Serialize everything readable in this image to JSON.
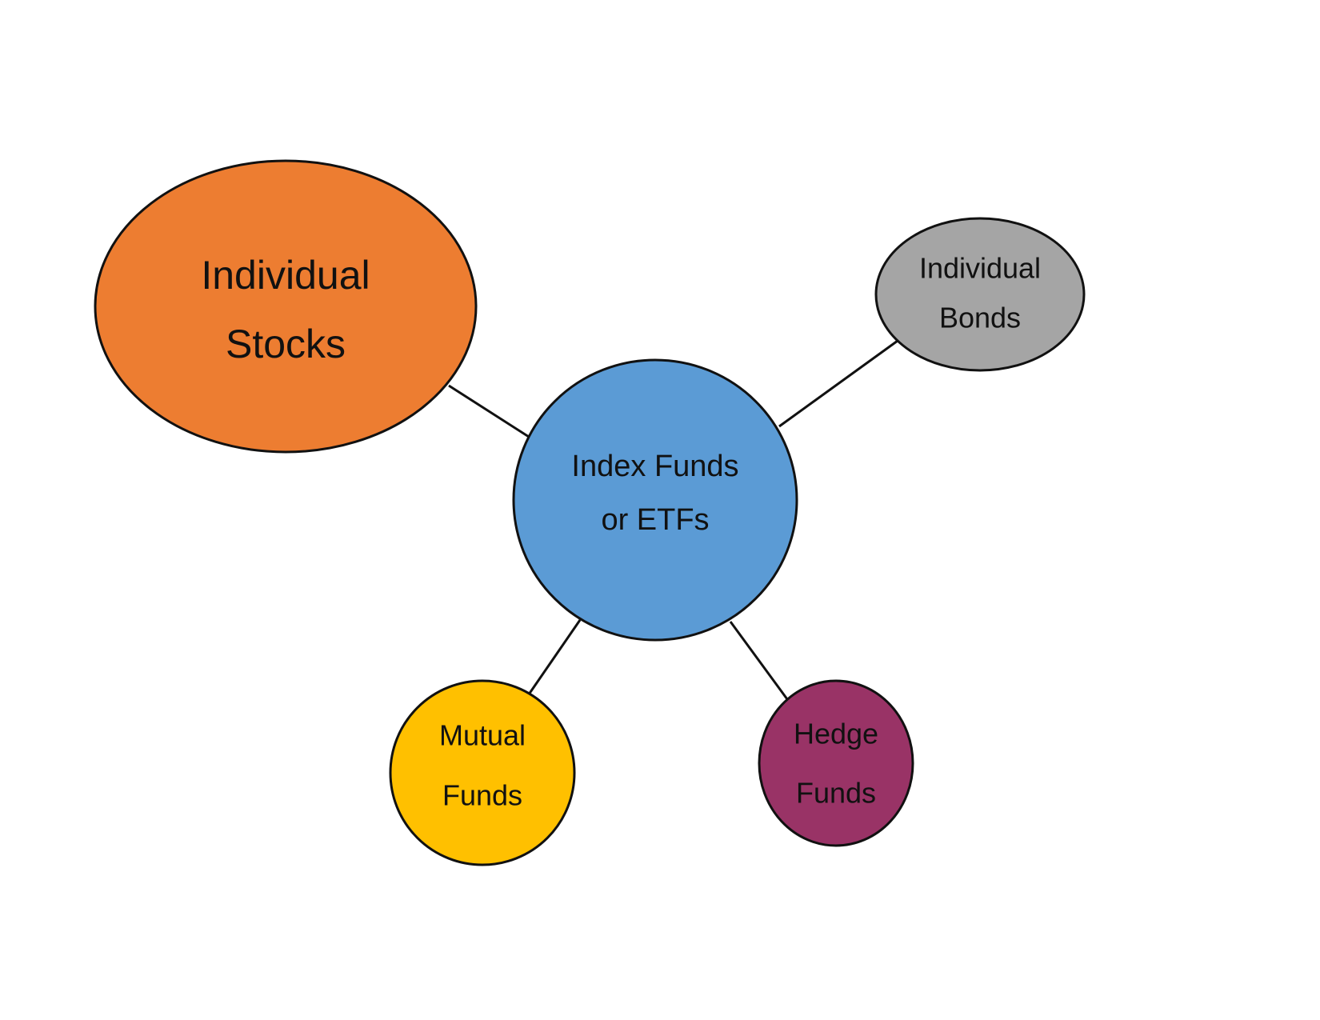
{
  "diagram": {
    "center": {
      "label_line1": "Index Funds",
      "label_line2": "or ETFs",
      "color": "#5B9BD5"
    },
    "stocks": {
      "label_line1": "Individual",
      "label_line2": "Stocks",
      "color": "#ED7D31"
    },
    "bonds": {
      "label_line1": "Individual",
      "label_line2": "Bonds",
      "color": "#A5A5A5"
    },
    "mutual": {
      "label_line1": "Mutual",
      "label_line2": "Funds",
      "color": "#FFC000"
    },
    "hedge": {
      "label_line1": "Hedge",
      "label_line2": "Funds",
      "color": "#993366"
    },
    "connections": [
      [
        "center",
        "stocks"
      ],
      [
        "center",
        "bonds"
      ],
      [
        "center",
        "mutual"
      ],
      [
        "center",
        "hedge"
      ]
    ]
  }
}
